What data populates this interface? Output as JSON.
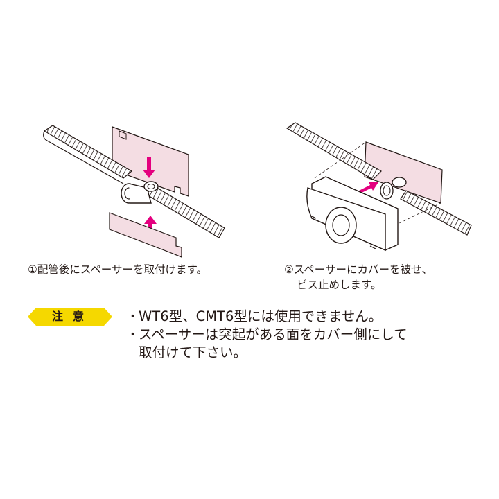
{
  "captions": {
    "step1": "①配管後にスペーサーを取付けます。",
    "step2_line1": "②スペーサーにカバーを被せ、",
    "step2_line2": "ビス止めします。"
  },
  "notice": {
    "label": "注意",
    "bullet": "・",
    "line1": "WT6型、CMT6型には使用できません。",
    "line2": "スペーサーは突起がある面をカバー側にして",
    "line3": "取付けて下さい。"
  },
  "colors": {
    "spacer_pink": "#f4dde3",
    "arrow_magenta": "#e4007f",
    "badge_yellow": "#f5d800",
    "line": "#231815"
  },
  "icons": {
    "arrow": "arrow-icon"
  }
}
